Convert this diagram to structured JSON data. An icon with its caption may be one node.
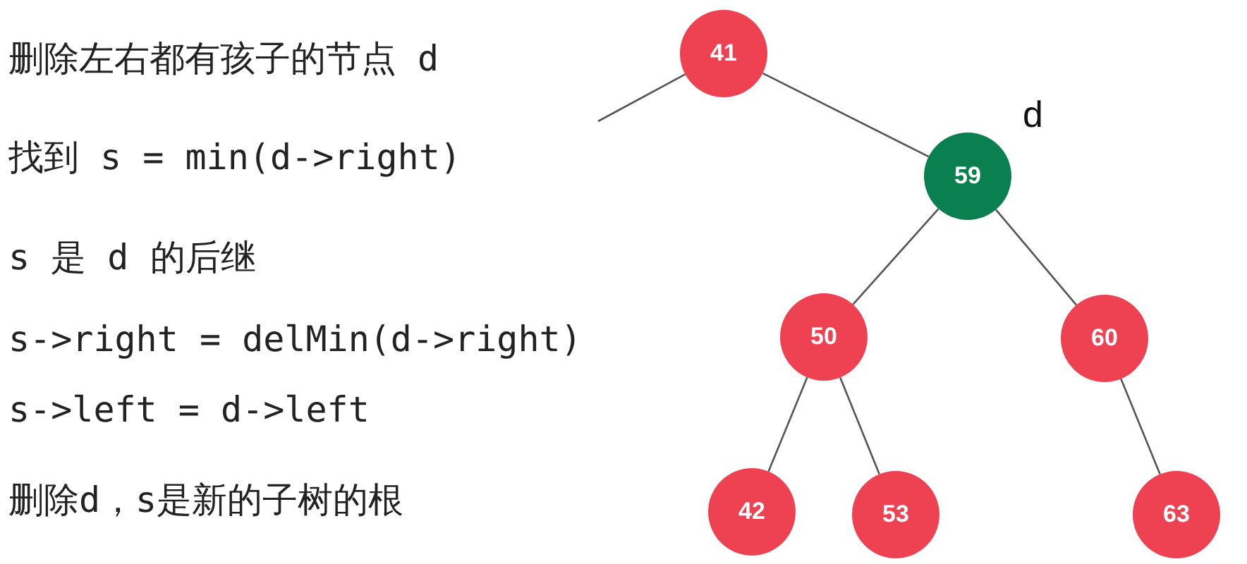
{
  "diagram": {
    "nodes": [
      {
        "text": [
          "41"
        ]
      },
      {
        "text": [
          "59"
        ],
        "beside": [
          "d"
        ]
      },
      {
        "text": [
          "50"
        ]
      },
      {
        "text": [
          "60"
        ]
      },
      {
        "text": [
          "42"
        ]
      },
      {
        "text": [
          "53"
        ]
      },
      {
        "text": [
          "63"
        ]
      }
    ],
    "edges": [
      {
        "from": null,
        "to": 0,
        "arrow": "none"
      },
      {
        "from": 0,
        "to": 1,
        "arrow": "none"
      },
      {
        "from": 1,
        "to": 2,
        "arrow": "none"
      },
      {
        "from": 1,
        "to": 3,
        "arrow": "none"
      },
      {
        "from": 2,
        "to": 4,
        "arrow": "none"
      },
      {
        "from": 2,
        "to": 5,
        "arrow": "none"
      },
      {
        "from": 3,
        "to": 6,
        "arrow": "none"
      }
    ],
    "labels": [
      "删除左右都有孩子的节点 d",
      "找到 s = min(d->right)",
      "s 是 d 的后继",
      "s->right = delMin(d->right)",
      "s->left = d->left",
      "删除d，s是新的子树的根"
    ]
  }
}
